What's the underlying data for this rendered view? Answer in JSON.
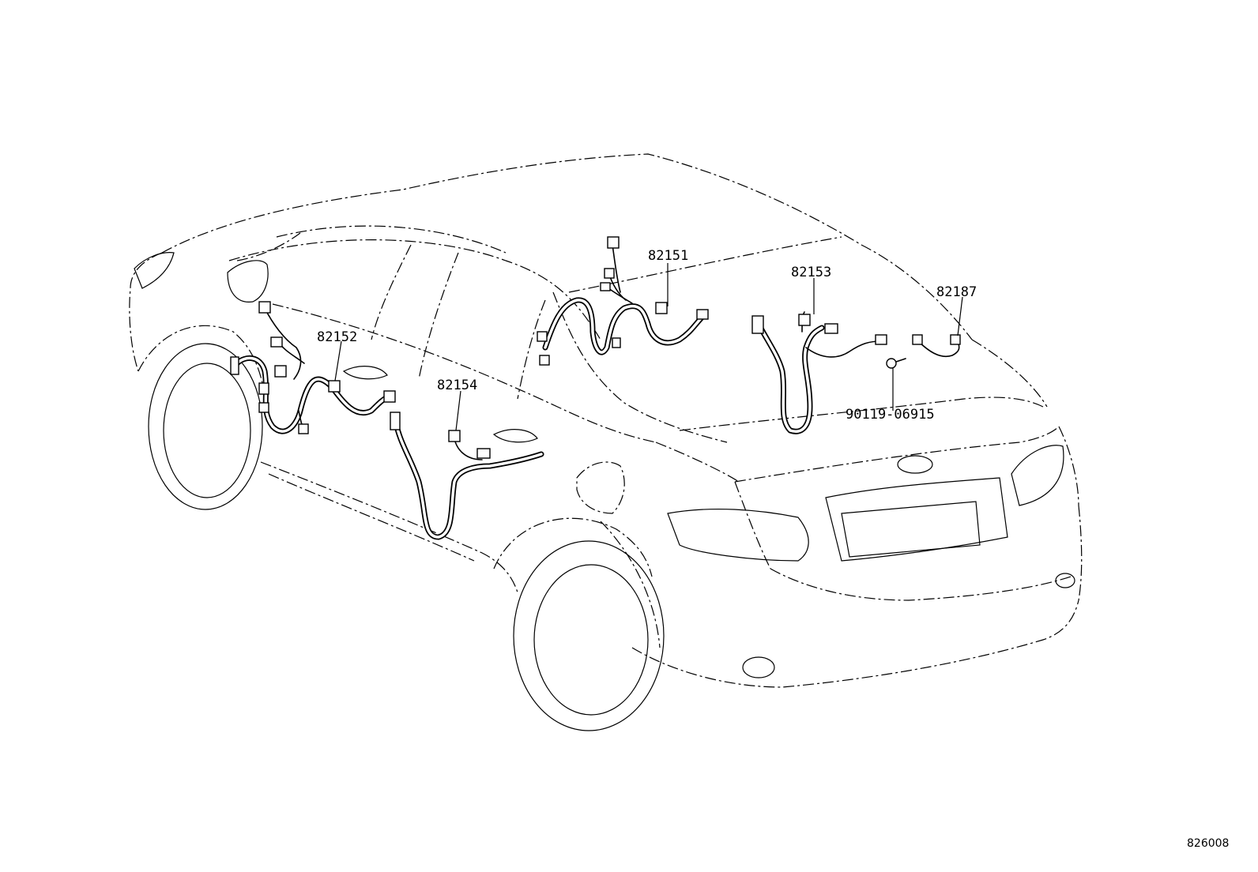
{
  "callouts": [
    {
      "id": "82151",
      "label": "82151"
    },
    {
      "id": "82153",
      "label": "82153"
    },
    {
      "id": "82187",
      "label": "82187"
    },
    {
      "id": "82152",
      "label": "82152"
    },
    {
      "id": "82154",
      "label": "82154"
    },
    {
      "id": "90119-06915",
      "label": "90119-06915"
    }
  ],
  "reference_code": "826008"
}
